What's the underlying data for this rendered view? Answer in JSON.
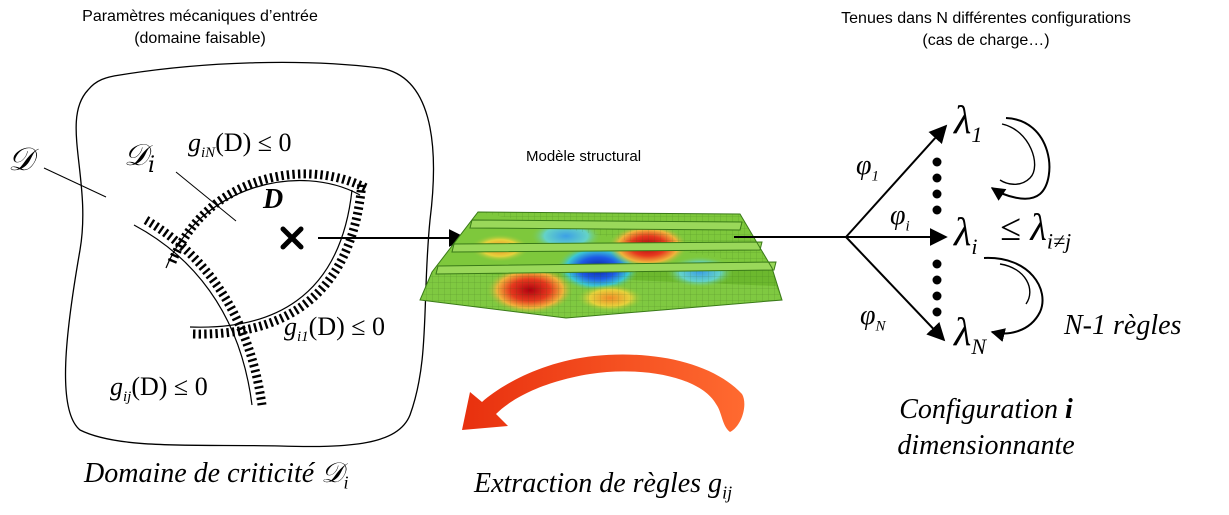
{
  "top_left_caption": {
    "line1": "Paramètres mécaniques d’entrée",
    "line2": "(domaine faisable)"
  },
  "top_right_caption": {
    "line1": "Tenues dans N différentes configurations",
    "line2": "(cas de charge…)"
  },
  "domain": {
    "label_D": "𝒟",
    "label_Di": "𝒟",
    "label_Di_sub": "i",
    "point_label": "D",
    "marker_icon": "cross-icon",
    "constraint_iN": "g",
    "constraint_iN_sub": "iN",
    "constraint_iN_tail": "(D) ≤ 0",
    "constraint_i1": "g",
    "constraint_i1_sub": "i1",
    "constraint_i1_tail": "(D) ≤ 0",
    "constraint_ij": "g",
    "constraint_ij_sub": "ij",
    "constraint_ij_tail": "(D) ≤ 0"
  },
  "model": {
    "title": "Modèle structural",
    "colors": {
      "hot": "#c8141e",
      "cold": "#1432c8",
      "base": "#7ec83c",
      "mid": "#e6d23c"
    }
  },
  "loads": {
    "phi1": "φ",
    "phi1_sub": "1",
    "phii": "φ",
    "phii_sub": "i",
    "phiN": "φ",
    "phiN_sub": "N",
    "lambda1": "λ",
    "lambda1_sub": "1",
    "lambdai": "λ",
    "lambdai_sub": "i",
    "relation": "≤ λ",
    "relation_sub": "i≠j",
    "lambdaN": "λ",
    "lambdaN_sub": "N",
    "rules": "N-1 règles"
  },
  "bottom": {
    "config_line1": "Configuration ",
    "config_bold": "i",
    "config_line2": "dimensionnante",
    "domaine_text": "Domaine de criticité ",
    "domaine_symbol": "𝒟",
    "domaine_sub": "i",
    "extraction_text": "Extraction de règles g",
    "extraction_sub": "ij",
    "arrow_color": "#e8300e"
  }
}
